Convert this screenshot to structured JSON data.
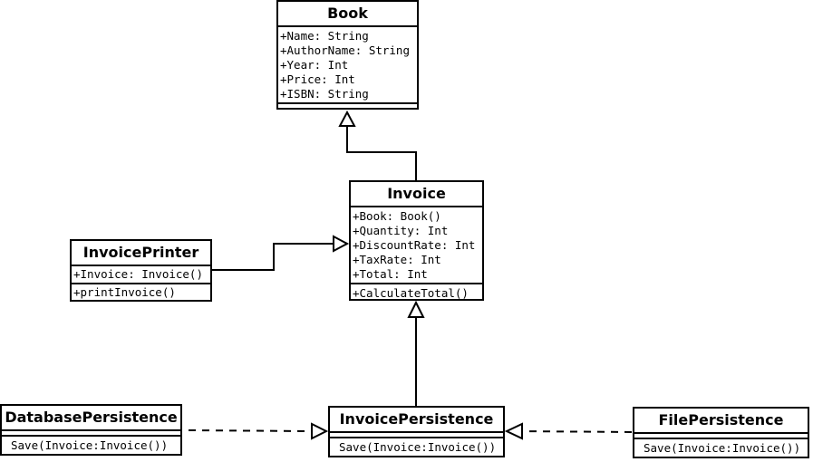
{
  "classes": {
    "book": {
      "name": "Book",
      "attributes": [
        "+Name: String",
        "+AuthorName: String",
        "+Year: Int",
        "+Price: Int",
        "+ISBN: String"
      ],
      "operations": []
    },
    "invoice": {
      "name": "Invoice",
      "attributes": [
        "+Book: Book()",
        "+Quantity: Int",
        "+DiscountRate: Int",
        "+TaxRate: Int",
        "+Total: Int"
      ],
      "operations": [
        "+CalculateTotal()"
      ]
    },
    "invoice_printer": {
      "name": "InvoicePrinter",
      "attributes": [
        "+Invoice: Invoice()"
      ],
      "operations": [
        "+printInvoice()"
      ]
    },
    "invoice_persistence": {
      "name": "InvoicePersistence",
      "attributes": [],
      "operations": [
        "Save(Invoice:Invoice())"
      ]
    },
    "database_persistence": {
      "name": "DatabasePersistence",
      "attributes": [],
      "operations": [
        "Save(Invoice:Invoice())"
      ]
    },
    "file_persistence": {
      "name": "FilePersistence",
      "attributes": [],
      "operations": [
        "Save(Invoice:Invoice())"
      ]
    }
  },
  "relations": [
    {
      "from": "invoice",
      "to": "book",
      "kind": "generalization",
      "style": "solid"
    },
    {
      "from": "invoice_printer",
      "to": "invoice",
      "kind": "generalization",
      "style": "solid"
    },
    {
      "from": "invoice_persistence",
      "to": "invoice",
      "kind": "generalization",
      "style": "solid"
    },
    {
      "from": "database_persistence",
      "to": "invoice_persistence",
      "kind": "realization",
      "style": "dashed"
    },
    {
      "from": "file_persistence",
      "to": "invoice_persistence",
      "kind": "realization",
      "style": "dashed"
    }
  ]
}
